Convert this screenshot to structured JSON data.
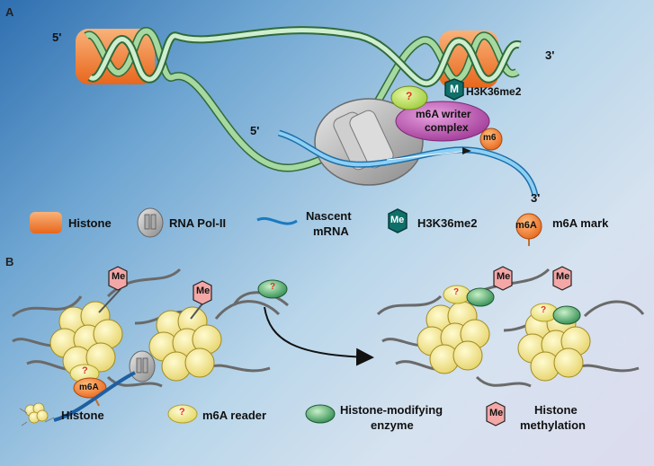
{
  "panels": {
    "a": "A",
    "b": "B"
  },
  "panel_a": {
    "strand_5_top": "5'",
    "strand_3_top": "3'",
    "strand_5_mrna": "5'",
    "strand_3_mrna": "3'",
    "methyl_M": "M",
    "h3k36me2": "H3K36me2",
    "writer_line1": "m6A writer",
    "writer_line2": "complex",
    "m6_badge": "m6",
    "reader_q": "?"
  },
  "legend_a": {
    "histone": "Histone",
    "rnapol": "RNA Pol-II",
    "nascent1": "Nascent",
    "nascent2": "mRNA",
    "me": "Me",
    "h3k36me2": "H3K36me2",
    "m6a_badge": "m6A",
    "m6a_mark": "m6A mark"
  },
  "panel_b": {
    "me": "Me",
    "q": "?",
    "m6a": "m6A"
  },
  "legend_b": {
    "histone": "Histone",
    "reader": "m6A reader",
    "enzyme1": "Histone-modifying",
    "enzyme2": "enzyme",
    "methyl1": "Histone",
    "methyl2": "methylation",
    "q": "?",
    "me": "Me"
  },
  "colors": {
    "histone_orange": "#f07a2a",
    "dna_green": "#a6d8a0",
    "mrna_blue": "#3a9ad8",
    "writer_purple": "#a0409a",
    "reader_yellow": "#e8e070",
    "enzyme_green": "#3c9a5c",
    "methyl_pink": "#f4a7a7",
    "nucleosome_yellow": "#f3e58a"
  }
}
